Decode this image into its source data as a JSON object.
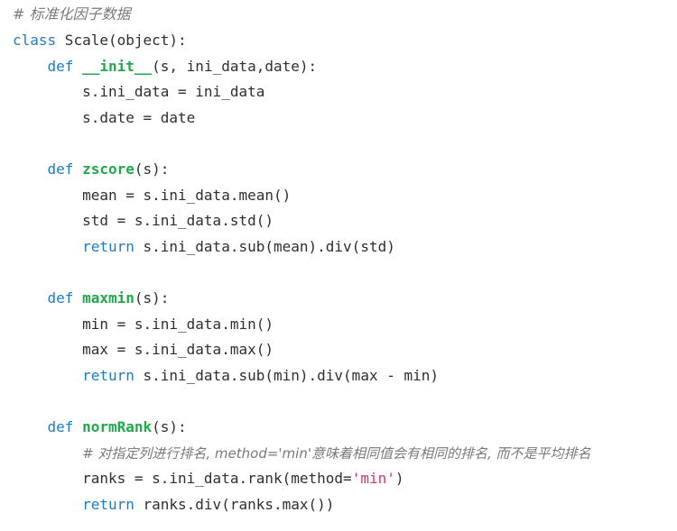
{
  "code": {
    "l1_comment": "# 标准化因子数据",
    "l2_kw": "class",
    "l2_rest": " Scale(object):",
    "l3_indent": "    ",
    "l3_kw": "def",
    "l3_sp": " ",
    "l3_fn": "__init__",
    "l3_rest": "(s, ini_data,date):",
    "l4": "        s.ini_data = ini_data",
    "l5": "        s.date = date",
    "l6": "",
    "l7_indent": "    ",
    "l7_kw": "def",
    "l7_sp": " ",
    "l7_fn": "zscore",
    "l7_rest": "(s):",
    "l8": "        mean = s.ini_data.mean()",
    "l9": "        std = s.ini_data.std()",
    "l10_indent": "        ",
    "l10_kw": "return",
    "l10_rest": " s.ini_data.sub(mean).div(std)",
    "l11": "",
    "l12_indent": "    ",
    "l12_kw": "def",
    "l12_sp": " ",
    "l12_fn": "maxmin",
    "l12_rest": "(s):",
    "l13": "        min = s.ini_data.min()",
    "l14": "        max = s.ini_data.max()",
    "l15_indent": "        ",
    "l15_kw": "return",
    "l15_rest": " s.ini_data.sub(min).div(max - min)",
    "l16": "",
    "l17_indent": "    ",
    "l17_kw": "def",
    "l17_sp": " ",
    "l17_fn": "normRank",
    "l17_rest": "(s):",
    "l18_indent": "        ",
    "l18_comment": "# 对指定列进行排名, method='min'意味着相同值会有相同的排名, 而不是平均排名",
    "l19_pre": "        ranks = s.ini_data.rank(method=",
    "l19_str": "'min'",
    "l19_post": ")",
    "l20_indent": "        ",
    "l20_kw": "return",
    "l20_rest": " ranks.div(ranks.max())"
  },
  "colors": {
    "keyword": "#1e7cc3",
    "function": "#1fa94a",
    "string": "#d6336c",
    "comment": "#7a7a7a",
    "text": "#2f2f2f"
  }
}
